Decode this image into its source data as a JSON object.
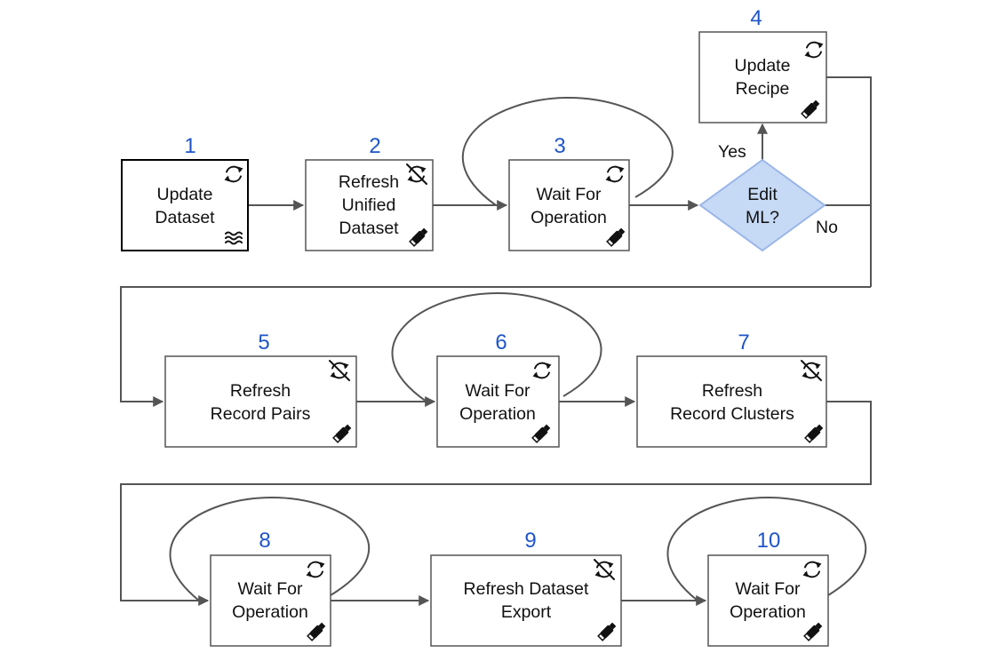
{
  "steps": [
    {
      "num": "1",
      "lines": [
        "Update",
        "Dataset"
      ]
    },
    {
      "num": "2",
      "lines": [
        "Refresh",
        "Unified",
        "Dataset"
      ]
    },
    {
      "num": "3",
      "lines": [
        "Wait For",
        "Operation"
      ]
    },
    {
      "num": "4",
      "lines": [
        "Update",
        "Recipe"
      ]
    },
    {
      "num": "5",
      "lines": [
        "Refresh",
        "Record Pairs"
      ]
    },
    {
      "num": "6",
      "lines": [
        "Wait For",
        "Operation"
      ]
    },
    {
      "num": "7",
      "lines": [
        "Refresh",
        "Record Clusters"
      ]
    },
    {
      "num": "8",
      "lines": [
        "Wait For",
        "Operation"
      ]
    },
    {
      "num": "9",
      "lines": [
        "Refresh Dataset",
        "Export"
      ]
    },
    {
      "num": "10",
      "lines": [
        "Wait For",
        "Operation"
      ]
    }
  ],
  "decision": {
    "lines": [
      "Edit",
      "ML?"
    ],
    "yes_label": "Yes",
    "no_label": "No",
    "fill_color": "#c6d9f5",
    "stroke_color": "#9ab6e8"
  },
  "colors": {
    "step_number": "#1f55c8",
    "connector": "#555555"
  },
  "icons": {
    "sync": "sync-icon",
    "sync_disabled": "sync-disabled-icon",
    "usb_stick": "usb-stick-icon",
    "waves": "waves-icon"
  }
}
